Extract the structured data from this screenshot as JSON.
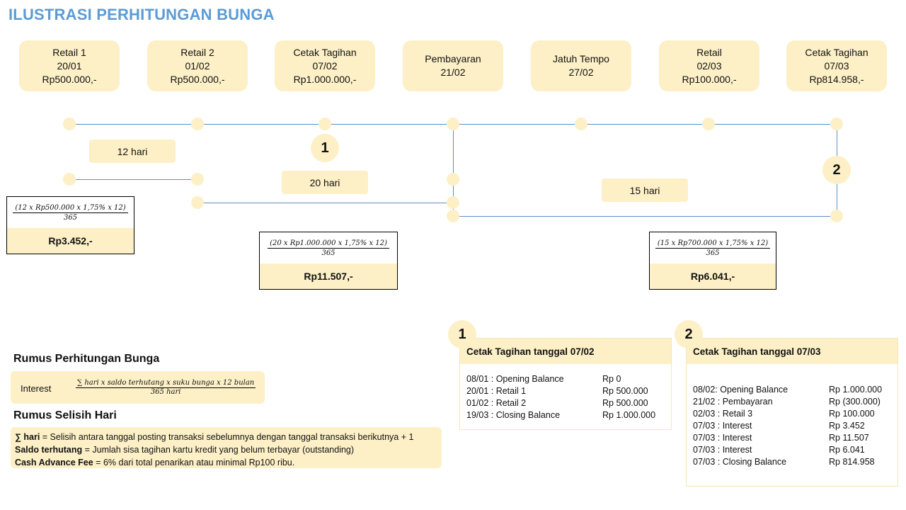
{
  "title": "ILUSTRASI PERHITUNGAN BUNGA",
  "events": [
    {
      "lines": [
        "Retail 1",
        "20/01",
        "Rp500.000,-"
      ]
    },
    {
      "lines": [
        "Retail 2",
        "01/02",
        "Rp500.000,-"
      ]
    },
    {
      "lines": [
        "Cetak Tagihan",
        "07/02",
        "Rp1.000.000,-"
      ]
    },
    {
      "lines": [
        "Pembayaran",
        "21/02"
      ]
    },
    {
      "lines": [
        "Jatuh Tempo",
        "27/02"
      ]
    },
    {
      "lines": [
        "Retail",
        "02/03",
        "Rp100.000,-"
      ]
    },
    {
      "lines": [
        "Cetak Tagihan",
        "07/03",
        "Rp814.958,-"
      ]
    }
  ],
  "periods": [
    "12 hari",
    "20 hari",
    "15 hari"
  ],
  "markers": [
    "1",
    "2"
  ],
  "calcs": [
    {
      "numerator": "(12 x Rp500.000 x 1,75% x 12)",
      "denominator": "365",
      "result": "Rp3.452,-"
    },
    {
      "numerator": "(20 x Rp1.000.000 x 1,75% x 12)",
      "denominator": "365",
      "result": "Rp11.507,-"
    },
    {
      "numerator": "(15 x Rp700.000 x 1,75% x 12)",
      "denominator": "365",
      "result": "Rp6.041,-"
    }
  ],
  "interest_formula": {
    "heading": "Rumus Perhitungan Bunga",
    "label": "Interest",
    "numerator": "∑ hari x saldo terhutang x suku bunga x 12 bulan",
    "denominator": "365 hari"
  },
  "day_formula": {
    "heading": "Rumus Selisih Hari",
    "definitions": [
      {
        "term": "∑ hari",
        "text": " = Selisih antara tanggal posting transaksi sebelumnya dengan tanggal transaksi berikutnya + 1"
      },
      {
        "term": "Saldo terhutang",
        "text": " = Jumlah sisa tagihan kartu kredit yang belum terbayar (outstanding)"
      },
      {
        "term": "Cash Advance Fee",
        "text": " = 6% dari total penarikan atau minimal Rp100 ribu."
      }
    ]
  },
  "statements": [
    {
      "number": "1",
      "title": "Cetak Tagihan tanggal 07/02",
      "rows": [
        {
          "label": "08/01 : Opening Balance",
          "value": "Rp 0"
        },
        {
          "label": "20/01 : Retail 1",
          "value": "Rp 500.000"
        },
        {
          "label": "01/02 : Retail 2",
          "value": "Rp 500.000"
        },
        {
          "label": "19/03 : Closing Balance",
          "value": "Rp 1.000.000"
        }
      ]
    },
    {
      "number": "2",
      "title": "Cetak Tagihan tanggal 07/03",
      "rows": [
        {
          "label": "08/02: Opening Balance",
          "value": "Rp 1.000.000"
        },
        {
          "label": "21/02 : Pembayaran",
          "value": "Rp (300.000)"
        },
        {
          "label": "02/03 : Retail 3",
          "value": "Rp 100.000"
        },
        {
          "label": "07/03 : Interest",
          "value": "Rp 3.452"
        },
        {
          "label": "07/03 : Interest",
          "value": "Rp 11.507"
        },
        {
          "label": "07/03 : Interest",
          "value": "Rp 6.041"
        },
        {
          "label": "07/03 : Closing Balance",
          "value": "Rp 814.958"
        }
      ]
    }
  ],
  "colors": {
    "accent": "#5b9bd5",
    "box_fill": "#fdf0c7",
    "line": "#5b8fc4"
  }
}
